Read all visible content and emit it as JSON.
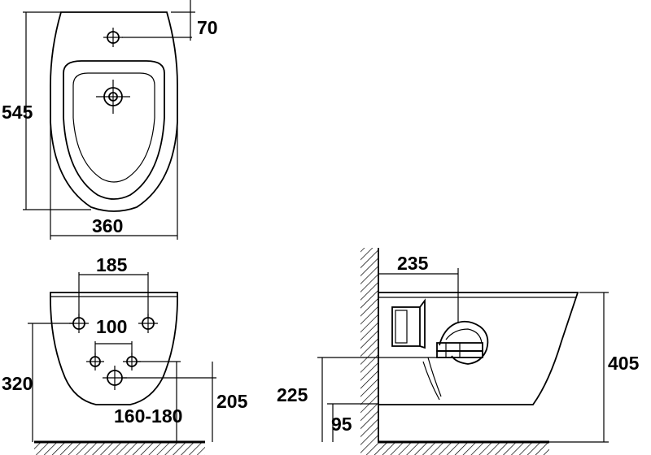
{
  "top_view": {
    "dim_width": "360",
    "dim_depth": "545",
    "dim_inlet": "70"
  },
  "front_view": {
    "dim_bolt_spacing": "185",
    "dim_pipe_spacing": "100",
    "dim_bolt_height": "320",
    "dim_outlet_height": "205",
    "dim_range": "160-180"
  },
  "side_view": {
    "dim_wall_to_inlet": "235",
    "dim_total_height": "405",
    "dim_outlet_height": "225",
    "dim_floor_offset": "95"
  }
}
